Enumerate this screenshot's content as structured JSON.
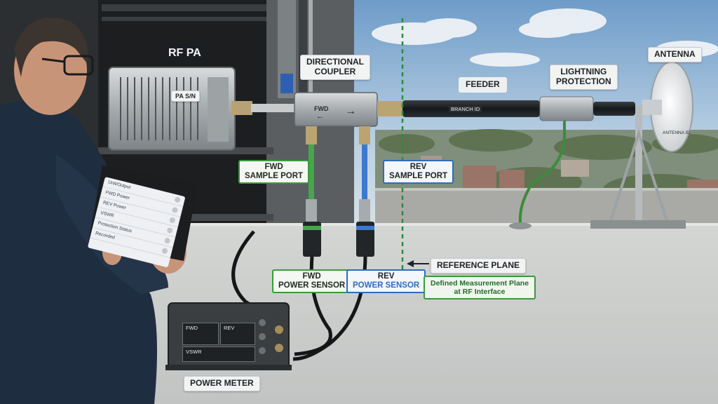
{
  "labels": {
    "rf_pa": "RF PA",
    "pa_sn": "PA S/N",
    "directional_coupler_line1": "DIRECTIONAL",
    "directional_coupler_line2": "COUPLER",
    "coupler_fwd": "FWD",
    "coupler_fwd_arrow": "←",
    "coupler_rev_arrow": "→",
    "feeder": "FEEDER",
    "branch_id": "BRANCH ID",
    "lightning_line1": "LIGHTNING",
    "lightning_line2": "PROTECTION",
    "antenna": "ANTENNA",
    "antenna_id": "ANTENNA ID",
    "fwd_sample_line1": "FWD",
    "fwd_sample_line2": "SAMPLE PORT",
    "rev_sample_line1": "REV",
    "rev_sample_line2": "SAMPLE PORT",
    "fwd_sensor_line1": "FWD",
    "fwd_sensor_line2": "POWER SENSOR",
    "rev_sensor_line1": "REV",
    "rev_sensor_line2": "POWER SENSOR",
    "reference_plane": "REFERENCE PLANE",
    "defined_line1": "Defined Measurement Plane",
    "defined_line2": "at RF Interface",
    "power_meter": "POWER METER"
  },
  "tablet": {
    "rows": [
      "Unit/Output",
      "FWD Power",
      "REV Power",
      "VSWR",
      "Protection Status",
      "Recorded"
    ]
  },
  "power_meter_screen": {
    "fwd": "FWD",
    "rev": "REV",
    "vswr": "VSWR"
  },
  "colors": {
    "fwd_accent": "#3a9a3c",
    "rev_accent": "#2d6cc0",
    "reference_plane_line": "#2e8b3a"
  }
}
